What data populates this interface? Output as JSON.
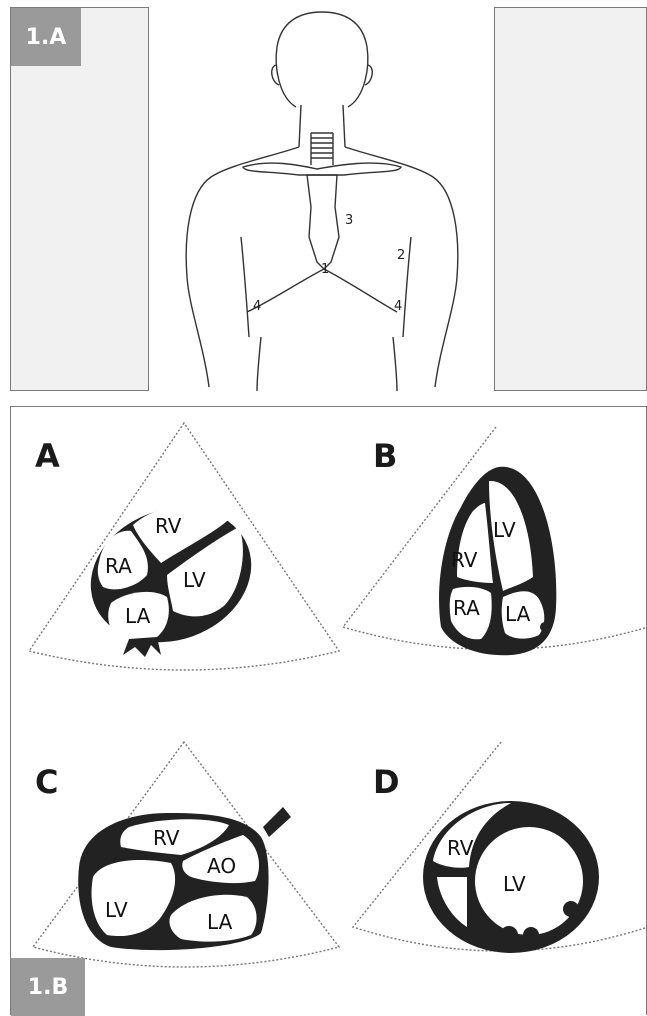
{
  "figure_a": {
    "badge": "1.A",
    "landmarks": [
      "1",
      "2",
      "3",
      "4",
      "4"
    ]
  },
  "figure_b": {
    "badge": "1.B",
    "views": [
      {
        "letter": "A",
        "chambers": [
          "RV",
          "RA",
          "LV",
          "LA"
        ]
      },
      {
        "letter": "B",
        "chambers": [
          "LV",
          "RV",
          "RA",
          "LA"
        ]
      },
      {
        "letter": "C",
        "chambers": [
          "RV",
          "AO",
          "LV",
          "LA"
        ]
      },
      {
        "letter": "D",
        "chambers": [
          "RV",
          "LV"
        ]
      }
    ]
  },
  "colors": {
    "badge": "#9a9a9a",
    "side_panel": "#f1f1f1",
    "wall": "#222222"
  }
}
